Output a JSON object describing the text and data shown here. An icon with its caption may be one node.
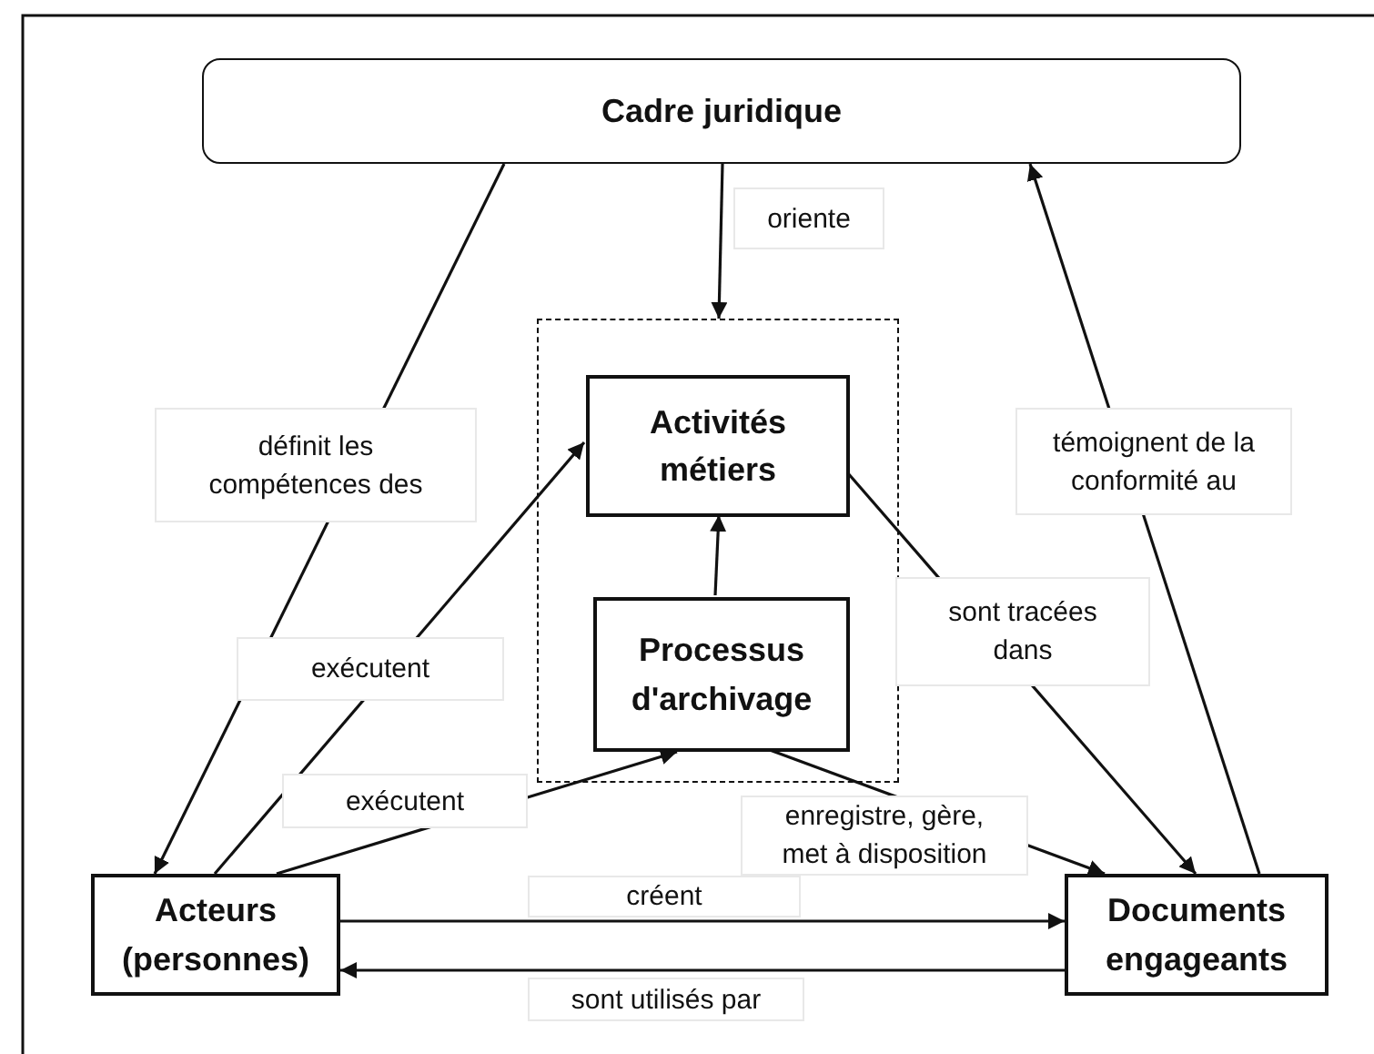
{
  "diagram": {
    "nodes": [
      {
        "text": [
          "Cadre juridique"
        ]
      },
      {
        "text": [],
        "shape": "box"
      },
      {
        "text": [
          "Activités métiers"
        ],
        "in": 1
      },
      {
        "text": [
          "Processus d'archivage"
        ],
        "in": 1
      },
      {
        "text": [
          "Acteurs (personnes)"
        ]
      },
      {
        "text": [
          "Documents engageants"
        ]
      }
    ],
    "edges": [
      {
        "from": 0,
        "to": 4,
        "arrow": "to",
        "label": "définit les compétences des"
      },
      {
        "from": 0,
        "to": 1,
        "arrow": "to",
        "label": "oriente"
      },
      {
        "from": 5,
        "to": 0,
        "arrow": "to",
        "label": "témoignent de la conformité au"
      },
      {
        "from": 4,
        "to": 2,
        "arrow": "to",
        "label": "exécutent"
      },
      {
        "from": 4,
        "to": 3,
        "arrow": "to",
        "label": "exécutent"
      },
      {
        "from": 3,
        "to": 2,
        "arrow": "to"
      },
      {
        "from": 2,
        "to": 5,
        "arrow": "to",
        "label": "sont tracées dans"
      },
      {
        "from": 3,
        "to": 5,
        "arrow": "to",
        "label": "enregistre, gère, met à disposition"
      },
      {
        "from": 4,
        "to": 5,
        "arrow": "to",
        "label": "créent"
      },
      {
        "from": 5,
        "to": 4,
        "arrow": "to",
        "label": "sont utilisés par"
      }
    ]
  }
}
